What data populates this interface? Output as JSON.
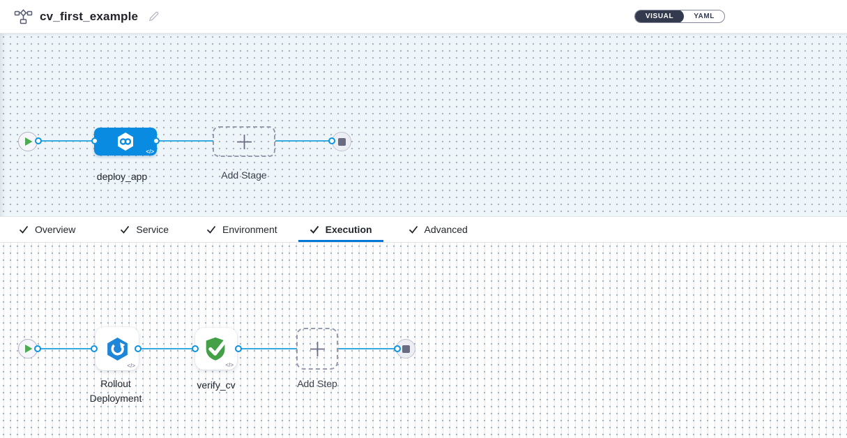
{
  "header": {
    "title": "cv_first_example",
    "toggle": {
      "visual_label": "VISUAL",
      "yaml_label": "YAML"
    }
  },
  "stage_canvas": {
    "stage_label": "deploy_app",
    "add_stage_label": "Add Stage"
  },
  "tabs": [
    {
      "label": "Overview",
      "completed": true,
      "active": false
    },
    {
      "label": "Service",
      "completed": true,
      "active": false
    },
    {
      "label": "Environment",
      "completed": true,
      "active": false
    },
    {
      "label": "Execution",
      "completed": true,
      "active": true
    },
    {
      "label": "Advanced",
      "completed": true,
      "active": false
    }
  ],
  "execution_canvas": {
    "step1_label": "Rollout Deployment",
    "step2_label": "verify_cv",
    "add_step_label": "Add Step"
  },
  "icons": {
    "code_glyph": "</>"
  },
  "colors": {
    "accent_blue": "#0278d5",
    "stage_blue": "#0a8be2",
    "connector_blue": "#35abe2",
    "play_green": "#4dab53",
    "shield_green": "#43a047",
    "toggle_dark": "#333a4e",
    "canvas_blue_bg": "#eef6fa"
  }
}
